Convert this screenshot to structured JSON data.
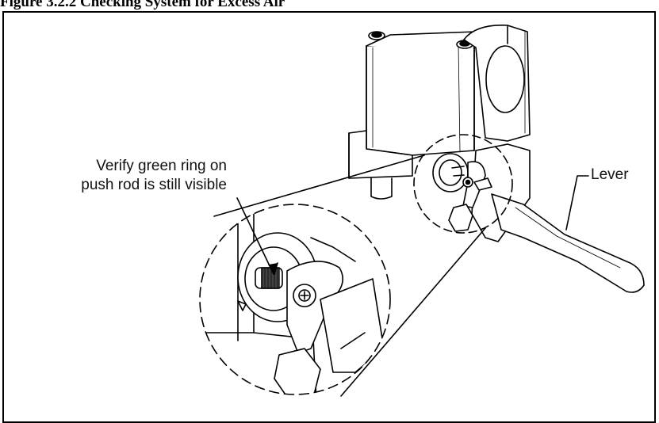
{
  "figure": {
    "title": "Figure 3.2.2 Checking System for Excess Air"
  },
  "callouts": {
    "verify_line1": "Verify green ring on",
    "verify_line2": "push rod is still visible",
    "lever": "Lever"
  }
}
